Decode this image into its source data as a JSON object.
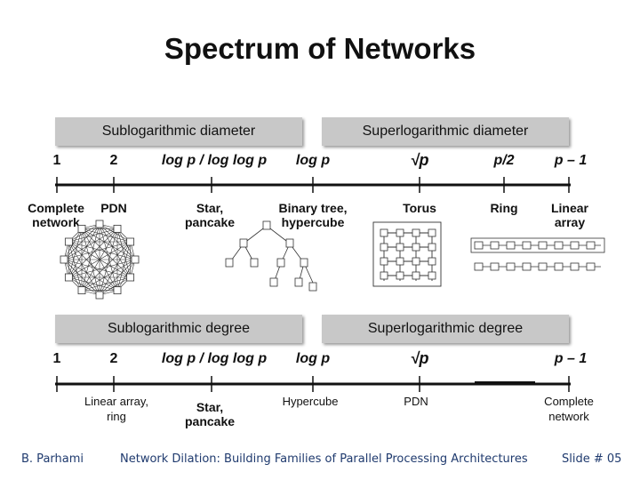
{
  "title": "Spectrum of Networks",
  "diameter": {
    "header_left": "Sublogarithmic diameter",
    "header_right": "Superlogarithmic diameter",
    "ticks": [
      "1",
      "2",
      "log p / log log p",
      "log p",
      "√p",
      "p/2",
      "p – 1"
    ],
    "labels": {
      "complete": [
        "Complete",
        "network"
      ],
      "pdn": "PDN",
      "star": [
        "Star,",
        "pancake"
      ],
      "binary": [
        "Binary tree,",
        "hypercube"
      ],
      "torus": "Torus",
      "ring": "Ring",
      "linear": [
        "Linear",
        "array"
      ]
    }
  },
  "degree": {
    "header_left": "Sublogarithmic degree",
    "header_right": "Superlogarithmic degree",
    "ticks": [
      "1",
      "2",
      "log p / log log p",
      "log p",
      "√p",
      "p – 1"
    ],
    "labels": {
      "linear": [
        "Linear array,",
        "ring"
      ],
      "star": [
        "Star,",
        "pancake"
      ],
      "hypercube": "Hypercube",
      "pdn": "PDN",
      "complete": [
        "Complete",
        "network"
      ]
    }
  },
  "footer": {
    "author": "B. Parhami",
    "course": "Network Dilation: Building Families of Parallel Processing Architectures",
    "slide": "Slide # 05"
  }
}
